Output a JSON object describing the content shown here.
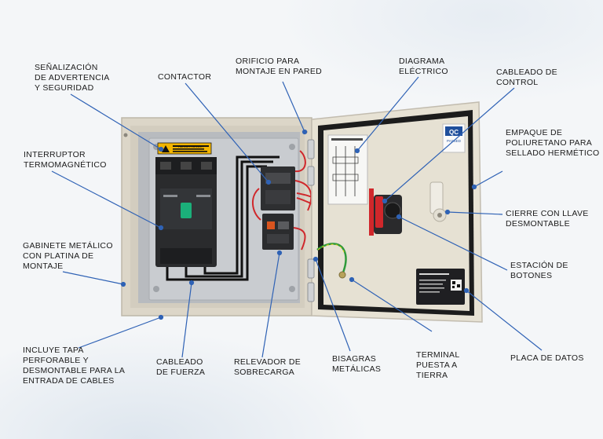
{
  "labels": {
    "senalizacion": "SEÑALIZACIÓN\nDE ADVERTENCIA\nY SEGURIDAD",
    "contactor": "CONTACTOR",
    "orificio": "ORIFICIO PARA\nMONTAJE EN PARED",
    "diagrama": "DIAGRAMA\nELÉCTRICO",
    "cableado_control": "CABLEADO DE\nCONTROL",
    "interruptor": "INTERRUPTOR\nTERMOMAGNÉTICO",
    "empaque": "EMPAQUE DE\nPOLIURETANO PARA\nSELLADO HERMÉTICO",
    "cierre": "CIERRE CON LLAVE\nDESMONTABLE",
    "gabinete": "GABINETE METÁLICO\nCON PLATINA DE\nMONTAJE",
    "estacion": "ESTACIÓN DE\nBOTONES",
    "tapa": "INCLUYE TAPA\nPERFORABLE Y\nDESMONTABLE PARA LA\nENTRADA DE CABLES",
    "cableado_fuerza": "CABLEADO\nDE FUERZA",
    "relevador": "RELEVADOR DE\nSOBRECARGA",
    "bisagras": "BISAGRAS\nMETÁLICAS",
    "terminal": "TERMINAL\nPUESTA A\nTIERRA",
    "placa": "PLACA DE DATOS"
  },
  "panel": {
    "warning_sign": "ADVERTENCIA",
    "qc_badge": "QC",
    "qc_sub": "PASSED"
  },
  "colors": {
    "enclosure": "#e3ddd0",
    "backplate": "#c9ccd0",
    "door_inner": "#e6e1d3",
    "gasket": "#1c1c1c",
    "leader_line": "#2f62b5",
    "leader_dot": "#2f62b5",
    "wire_red": "#d0272b",
    "wire_black": "#111111",
    "warning_yellow": "#f2b500"
  }
}
